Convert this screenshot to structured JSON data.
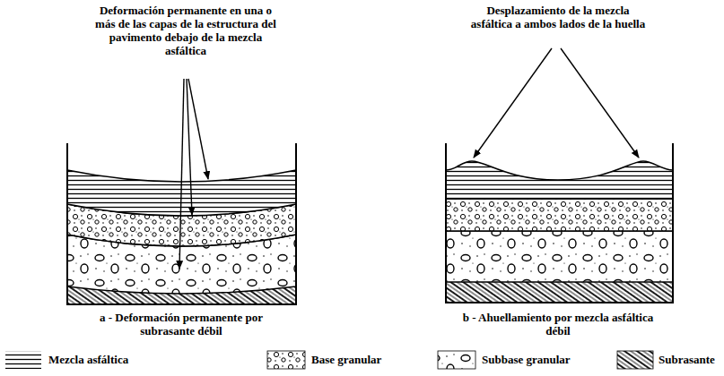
{
  "diagram": {
    "labels": [
      "Deformación permanente en una o más de las capas de la estructura del pavimento debajo de la mezcla asfáltica",
      "Desplazamiento de la mezcla asfáltica a ambos lados de la huella",
      "a - Deformación permanente por subrasante débil",
      "b - Ahuellamiento por mezcla asfáltica débil"
    ],
    "legend": [
      {
        "text": "Mezcla asfáltica"
      },
      {
        "text": "Base granular"
      },
      {
        "text": "Subbase granular"
      },
      {
        "text": "Subrasante"
      }
    ]
  }
}
